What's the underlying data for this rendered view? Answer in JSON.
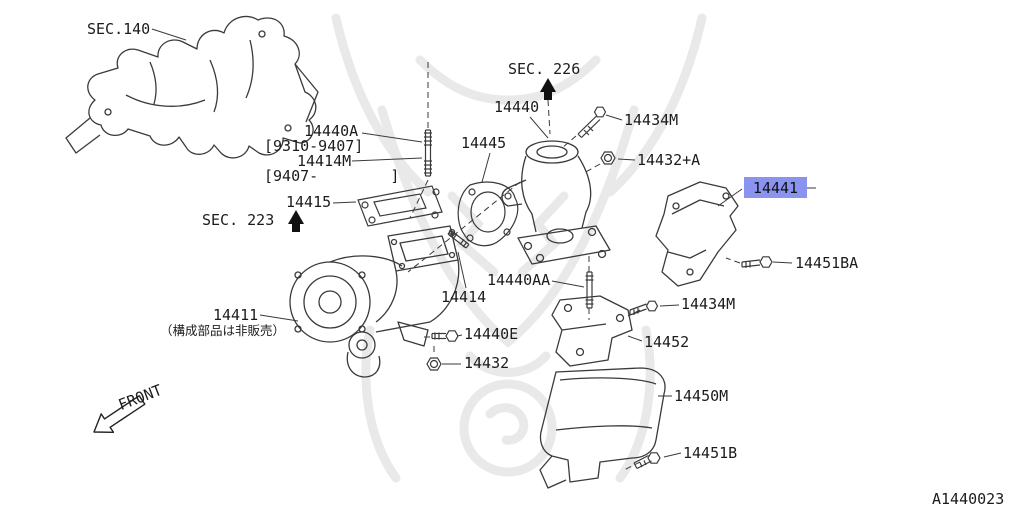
{
  "colors": {
    "highlight": "#8b93f0",
    "line": "#3a3a3a",
    "text": "#1c1c1c",
    "watermark": "#e2e2e2"
  },
  "labels": {
    "sec140": "SEC.140",
    "part_14440a": "14440A",
    "range_14440a": "[9310-9407]",
    "part_14414m": "14414M",
    "range_14414m": "[9407-        ]",
    "sec226": "SEC. 226",
    "part_14440": "14440",
    "part_14445": "14445",
    "part_14434m_top": "14434M",
    "part_14432a": "14432+A",
    "part_14441": "14441",
    "part_14415": "14415",
    "sec223": "SEC. 223",
    "part_14451ba": "14451BA",
    "part_14440aa": "14440AA",
    "part_14414": "14414",
    "part_14434m_mid": "14434M",
    "part_14411": "14411",
    "note_14411": "（構成部品は非販売）",
    "part_14440e": "14440E",
    "part_14452": "14452",
    "part_14432": "14432",
    "part_14450m": "14450M",
    "part_14451b": "14451B",
    "front": "FRONT",
    "diagram_code": "A1440023"
  }
}
